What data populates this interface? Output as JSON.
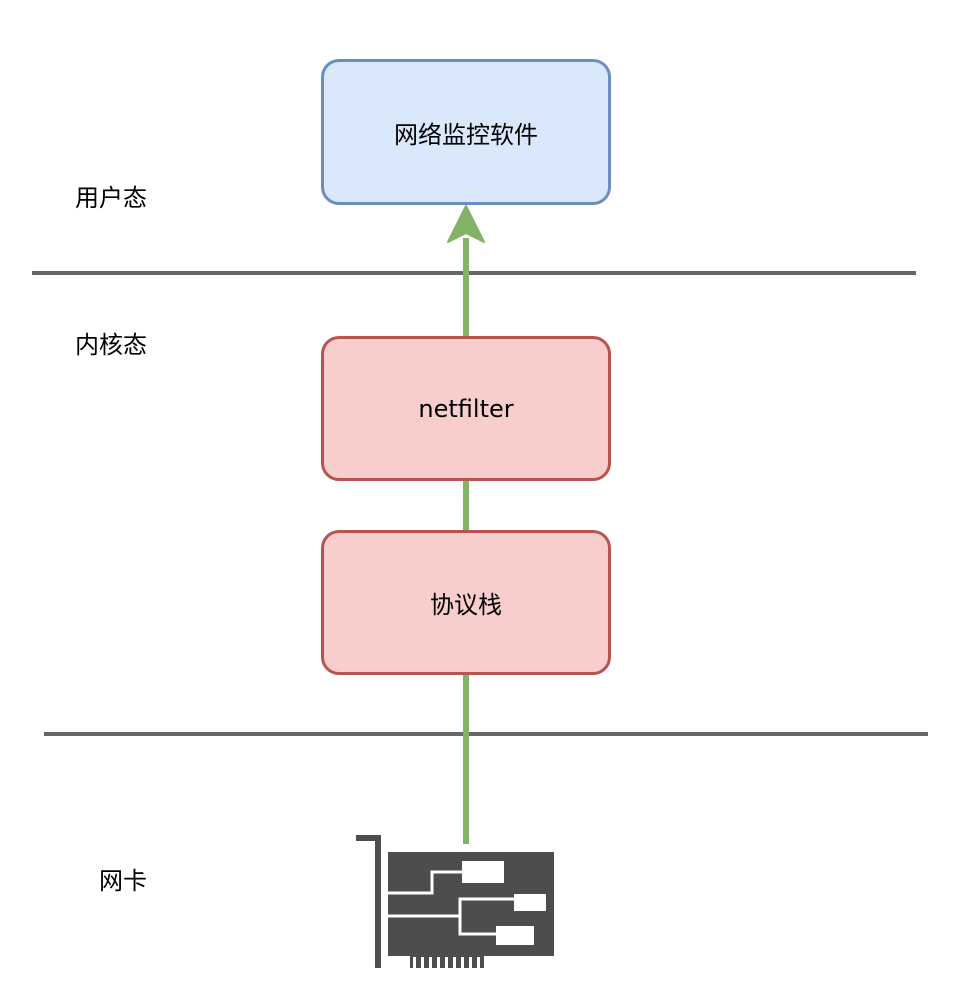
{
  "layers": {
    "user_space": "用户态",
    "kernel_space": "内核态",
    "nic": "网卡"
  },
  "boxes": {
    "monitor_software": "网络监控软件",
    "netfilter": "netfilter",
    "protocol_stack": "协议栈"
  },
  "colors": {
    "user_box_fill": "#dae8fc",
    "user_box_stroke": "#6c8ebf",
    "kernel_box_fill": "#f8cecc",
    "kernel_box_stroke": "#b85450",
    "arrow": "#82b366",
    "divider": "#666666",
    "nic_icon": "#4d4d4d"
  },
  "icons": {
    "nic": "network-card-icon"
  }
}
